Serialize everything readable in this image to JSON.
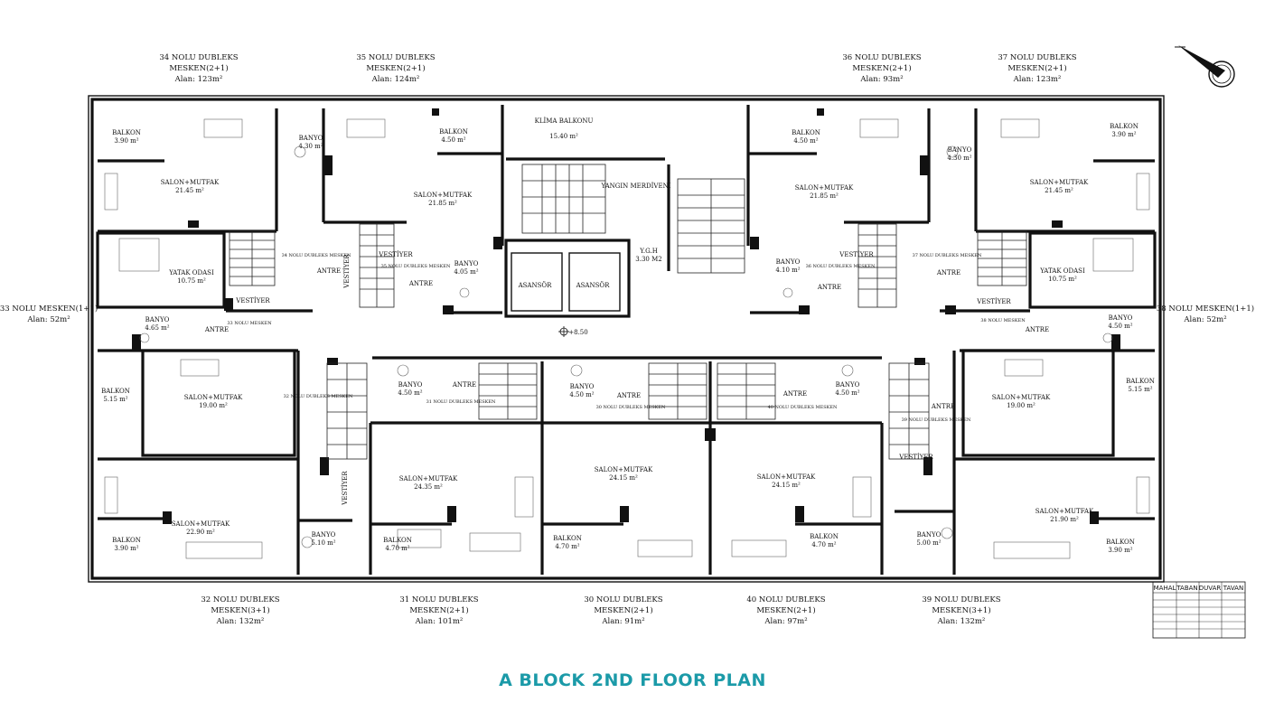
{
  "title": "A BLOCK 2ND FLOOR PLAN",
  "level_mark": "+8.50",
  "units": [
    {
      "id": "34",
      "name": "34 NOLU DUBLEKS",
      "type": "MESKEN(2+1)",
      "area": "Alan: 123m²"
    },
    {
      "id": "35",
      "name": "35 NOLU DUBLEKS",
      "type": "MESKEN(2+1)",
      "area": "Alan: 124m²"
    },
    {
      "id": "36",
      "name": "36 NOLU DUBLEKS",
      "type": "MESKEN(2+1)",
      "area": "Alan: 93m²"
    },
    {
      "id": "37",
      "name": "37 NOLU DUBLEKS",
      "type": "MESKEN(2+1)",
      "area": "Alan: 123m²"
    },
    {
      "id": "33",
      "name": "33 NOLU MESKEN(1+1)",
      "type": "",
      "area": "Alan: 52m²"
    },
    {
      "id": "38",
      "name": "38 NOLU MESKEN(1+1)",
      "type": "",
      "area": "Alan: 52m²"
    },
    {
      "id": "32",
      "name": "32 NOLU DUBLEKS",
      "type": "MESKEN(3+1)",
      "area": "Alan: 132m²"
    },
    {
      "id": "31",
      "name": "31 NOLU DUBLEKS",
      "type": "MESKEN(2+1)",
      "area": "Alan: 101m²"
    },
    {
      "id": "30",
      "name": "30 NOLU DUBLEKS",
      "type": "MESKEN(2+1)",
      "area": "Alan: 91m²"
    },
    {
      "id": "40",
      "name": "40 NOLU DUBLEKS",
      "type": "MESKEN(2+1)",
      "area": "Alan: 97m²"
    },
    {
      "id": "39",
      "name": "39 NOLU DUBLEKS",
      "type": "MESKEN(3+1)",
      "area": "Alan: 132m²"
    }
  ],
  "rooms": [
    {
      "name": "BALKON",
      "area": "3.90 m²"
    },
    {
      "name": "SALON+MUTFAK",
      "area": "21.45 m²"
    },
    {
      "name": "BANYO",
      "area": "4.30 m²"
    },
    {
      "name": "YATAK ODASI",
      "area": "10.75 m²"
    },
    {
      "name": "BANYO",
      "area": "4.65 m²"
    },
    {
      "name": "ANTRE",
      "area": ""
    },
    {
      "name": "VESTİYER",
      "area": ""
    },
    {
      "name": "34 NOLU DUBLEKS MESKEN",
      "area": ""
    },
    {
      "name": "33 NOLU MESKEN",
      "area": ""
    },
    {
      "name": "BALKON",
      "area": "4.50 m²"
    },
    {
      "name": "SALON+MUTFAK",
      "area": "21.85 m²"
    },
    {
      "name": "35 NOLU DUBLEKS MESKEN",
      "area": ""
    },
    {
      "name": "BANYO",
      "area": "4.05 m²"
    },
    {
      "name": "ANTRE",
      "area": ""
    },
    {
      "name": "KLİMA BALKONU",
      "area": "15.40 m²"
    },
    {
      "name": "YANGIN MERDİVENİ",
      "area": ""
    },
    {
      "name": "Y.G.H",
      "area": "3.30 M2"
    },
    {
      "name": "ASANSÖR",
      "area": ""
    },
    {
      "name": "ASANSÖR",
      "area": ""
    },
    {
      "name": "BALKON",
      "area": "4.50 m²"
    },
    {
      "name": "SALON+MUTFAK",
      "area": "21.85 m²"
    },
    {
      "name": "BANYO",
      "area": "4.10 m²"
    },
    {
      "name": "36 NOLU DUBLEKS MESKEN",
      "area": ""
    },
    {
      "name": "ANTRE",
      "area": ""
    },
    {
      "name": "BANYO",
      "area": "4.30 m²"
    },
    {
      "name": "BALKON",
      "area": "3.90 m²"
    },
    {
      "name": "SALON+MUTFAK",
      "area": "21.45 m²"
    },
    {
      "name": "YATAK ODASI",
      "area": "10.75 m²"
    },
    {
      "name": "37 NOLU DUBLEKS MESKEN",
      "area": ""
    },
    {
      "name": "ANTRE",
      "area": ""
    },
    {
      "name": "BANYO",
      "area": "4.50 m²"
    },
    {
      "name": "38 NOLU MESKEN",
      "area": ""
    },
    {
      "name": "ANTRE",
      "area": ""
    },
    {
      "name": "BALKON",
      "area": "5.15 m²"
    },
    {
      "name": "SALON+MUTFAK",
      "area": "19.00 m²"
    },
    {
      "name": "BALKON",
      "area": "3.90 m²"
    },
    {
      "name": "SALON+MUTFAK",
      "area": "22.90 m²"
    },
    {
      "name": "BANYO",
      "area": "5.10 m²"
    },
    {
      "name": "32 NOLU DUBLEKS MESKEN",
      "area": ""
    },
    {
      "name": "VESTİYER",
      "area": ""
    },
    {
      "name": "BANYO",
      "area": "4.50 m²"
    },
    {
      "name": "31 NOLU DUBLEKS MESKEN",
      "area": ""
    },
    {
      "name": "ANTRE",
      "area": ""
    },
    {
      "name": "SALON+MUTFAK",
      "area": "24.35 m²"
    },
    {
      "name": "BALKON",
      "area": "4.70 m²"
    },
    {
      "name": "BANYO",
      "area": "4.50 m²"
    },
    {
      "name": "30 NOLU DUBLEKS MESKEN",
      "area": ""
    },
    {
      "name": "ANTRE",
      "area": ""
    },
    {
      "name": "SALON+MUTFAK",
      "area": "24.15 m²"
    },
    {
      "name": "BALKON",
      "area": "4.70 m²"
    },
    {
      "name": "ANTRE",
      "area": ""
    },
    {
      "name": "BANYO",
      "area": "4.50 m²"
    },
    {
      "name": "40 NOLU DUBLEKS MESKEN",
      "area": ""
    },
    {
      "name": "SALON+MUTFAK",
      "area": "24.15 m²"
    },
    {
      "name": "BALKON",
      "area": "4.70 m²"
    },
    {
      "name": "ANTRE",
      "area": ""
    },
    {
      "name": "39 NOLU DUBLEKS MESKEN",
      "area": ""
    },
    {
      "name": "BALKON",
      "area": "5.15 m²"
    },
    {
      "name": "SALON+MUTFAK",
      "area": "19.00 m²"
    },
    {
      "name": "SALON+MUTFAK",
      "area": "21.90 m²"
    },
    {
      "name": "BANYO",
      "area": "5.00 m²"
    },
    {
      "name": "BALKON",
      "area": "3.90 m²"
    }
  ],
  "legend": {
    "headers": [
      "MAHAL",
      "TABAN",
      "DUVAR",
      "TAVAN"
    ]
  }
}
